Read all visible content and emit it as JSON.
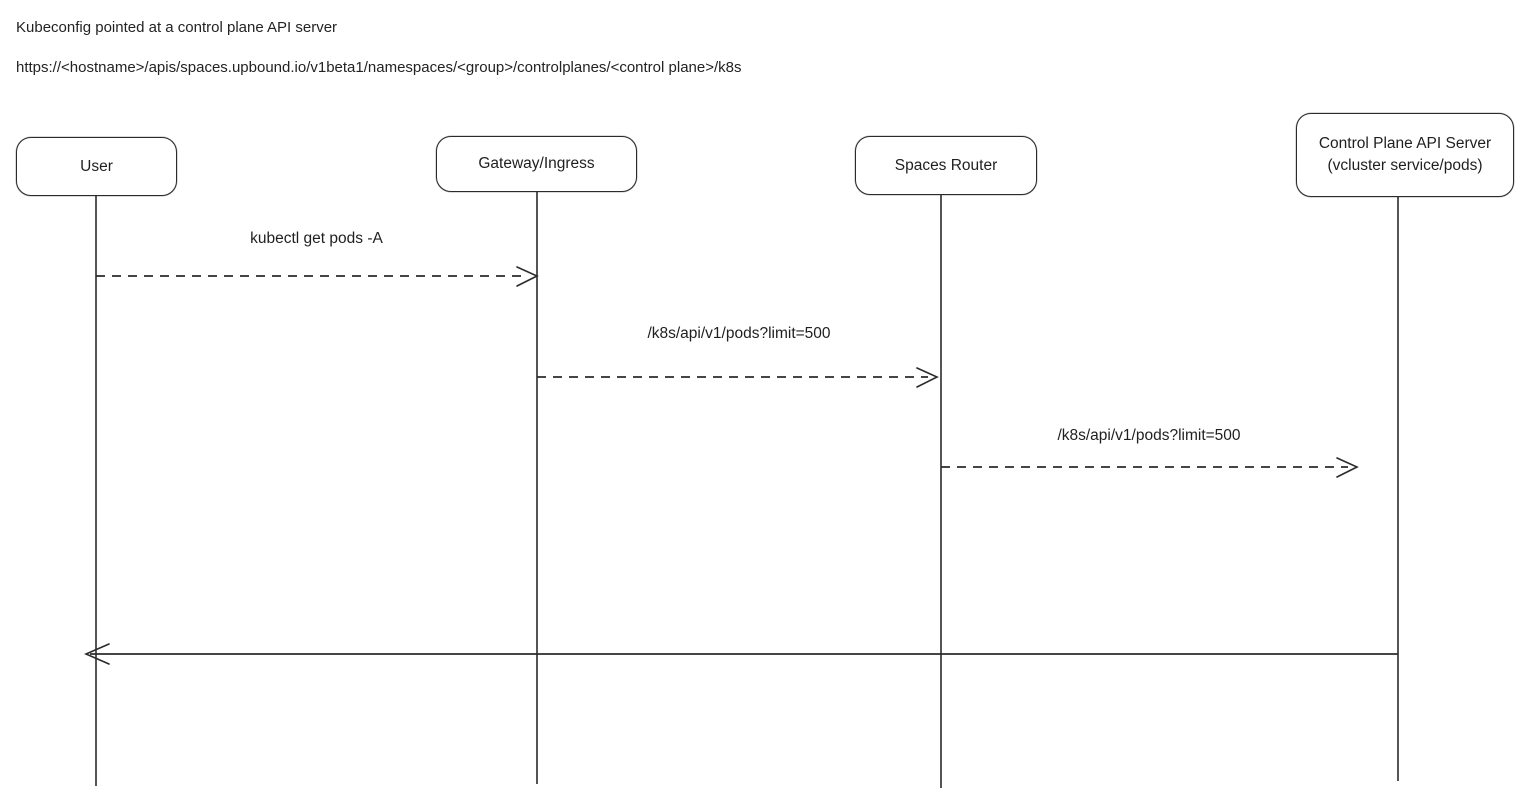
{
  "header": {
    "line1": "Kubeconfig pointed at a control plane API server",
    "line2": "https://<hostname>/apis/spaces.upbound.io/v1beta1/namespaces/<group>/controlplanes/<control plane>/k8s"
  },
  "diagram": {
    "type": "sequence-diagram",
    "style": "hand-drawn",
    "colors": {
      "stroke": "#2b2b2b",
      "text": "#1f1f1f",
      "background": "#ffffff"
    },
    "actors": [
      {
        "label": "User"
      },
      {
        "label": "Gateway/Ingress"
      },
      {
        "label": "Spaces Router"
      },
      {
        "label": "Control Plane API Server",
        "sublabel": "(vcluster service/pods)"
      }
    ],
    "messages": [
      {
        "from": "User",
        "to": "Gateway/Ingress",
        "label": "kubectl get pods -A",
        "line_style": "dashed",
        "direction": "right"
      },
      {
        "from": "Gateway/Ingress",
        "to": "Spaces Router",
        "label": "/k8s/api/v1/pods?limit=500",
        "line_style": "dashed",
        "direction": "right"
      },
      {
        "from": "Spaces Router",
        "to": "Control Plane API Server",
        "label": "/k8s/api/v1/pods?limit=500",
        "line_style": "dashed",
        "direction": "right"
      },
      {
        "from": "Control Plane API Server",
        "to": "User",
        "label": "",
        "line_style": "solid",
        "direction": "left"
      }
    ]
  }
}
